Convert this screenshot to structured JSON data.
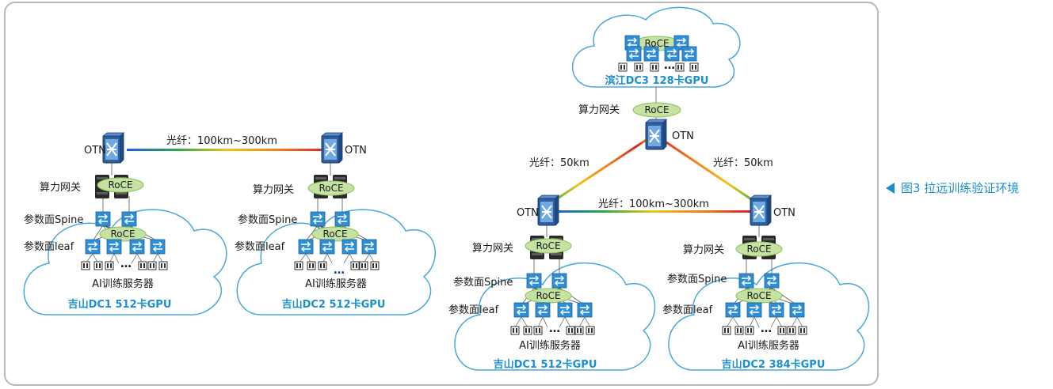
{
  "caption": "图3  拉远训练验证环境",
  "labels": {
    "otn": "OTN",
    "roce": "RoCE",
    "gateway": "算力网关",
    "spine": "参数面Spine",
    "leaf": "参数面leaf",
    "servers": "AI训练服务器",
    "dots": "…"
  },
  "fibers": {
    "long": "光纤：100km~300km",
    "short": "光纤：50km"
  },
  "datacenters": {
    "left_dc1": "吉山DC1 512卡GPU",
    "left_dc2": "吉山DC2 512卡GPU",
    "right_dc3": "滨江DC3 128卡GPU",
    "right_dc1": "吉山DC1 512卡GPU",
    "right_dc2": "吉山DC2 384卡GPU"
  },
  "colors": {
    "brand_blue": "#1a8fd0",
    "cloud_stroke": "#4aa8d8",
    "roce_fill": "#c6e2a3",
    "frame_border": "#b9b9b9"
  },
  "icons": [
    "otn-switch-icon",
    "gateway-server-icon",
    "spine-switch-icon",
    "leaf-switch-icon",
    "gpu-server-icon",
    "cloud-shape",
    "caption-triangle-icon"
  ]
}
